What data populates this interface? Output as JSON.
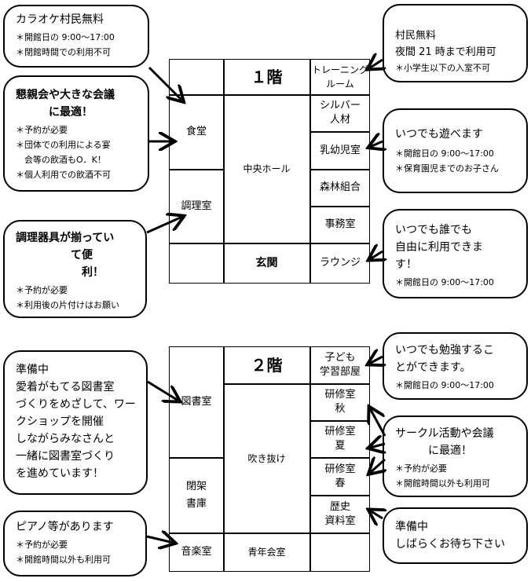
{
  "floor1": {
    "header": "１階",
    "rooms": {
      "shokudo": "食堂",
      "chorishitsu": "調理室",
      "central_hall": "中央ホール",
      "entrance": "玄関",
      "training_room": "トレーニング\nルーム",
      "silver_jinzai": "シルバー\n人材",
      "nyuyoji": "乳幼児室",
      "shinrin": "森林組合",
      "jimushitsu": "事務室",
      "lounge": "ラウンジ"
    },
    "callouts": {
      "karaoke": {
        "title": "カラオケ村民無料",
        "notes": [
          "＊開館日の 9:00～17:00",
          "＊閉館時間での利用不可"
        ]
      },
      "konshinkai": {
        "title": "懇親会や大きな会議\n　　　に最適！",
        "notes": [
          "＊予約が必要",
          "＊団体での利用による宴\n　会等の飲酒もO．K！",
          "＊個人利用での飲酒不可"
        ]
      },
      "chori": {
        "title": "調理器具が揃ってい\n　　　　　て便\n　　　　　　利！",
        "notes": [
          "＊予約が必要",
          "＊利用後の片付けはお願い"
        ]
      },
      "training": {
        "title": "村民無料\n夜間 21 時まで利用可",
        "notes": [
          "＊小学生以下の入室不可"
        ]
      },
      "asobe": {
        "title": "いつでも遊べます",
        "notes": [
          "＊開館日の 9:00～17:00",
          "＊保育園児までのお子さん"
        ]
      },
      "daredemo": {
        "title": "いつでも誰でも\n自由に利用できま\nす！",
        "notes": [
          "＊開館日の 9:00～17:00"
        ]
      }
    }
  },
  "floor2": {
    "header": "２階",
    "rooms": {
      "toshoshitsu": "図書室",
      "heika_shoko": "閉架\n書庫",
      "ongakushitsu": "音楽室",
      "fukinuke": "吹き抜け",
      "seinen_kaishitsu": "青年会室",
      "kodomo_gakushu": "子ども\n学習部屋",
      "kenshu_aki": "研修室\n秋",
      "kenshu_natsu": "研修室\n夏",
      "kenshu_haru": "研修室\n春",
      "rekishi_shiryo": "歴史\n資料室"
    },
    "callouts": {
      "library": {
        "title": "準備中\n愛着がもてる図書室\nづくりをめざして、ワー\nクショップを開催\nしながらみなさんと\n一緒に図書室づくり\nを進めています！"
      },
      "piano": {
        "title": "ピアノ等があります",
        "notes": [
          "＊予約が必要",
          "＊開館時間以外も利用可"
        ]
      },
      "benkyo": {
        "title": "いつでも勉強するこ\nとができます。",
        "notes": [
          "＊開館日の 9:00～17:00"
        ]
      },
      "circle": {
        "title": "サークル活動や会議\n　　　に最適！",
        "notes": [
          "＊予約が必要",
          "＊開館時間以外も利用可"
        ]
      },
      "junbi": {
        "title": "準備中\nしばらくお待ち下さい"
      }
    }
  }
}
